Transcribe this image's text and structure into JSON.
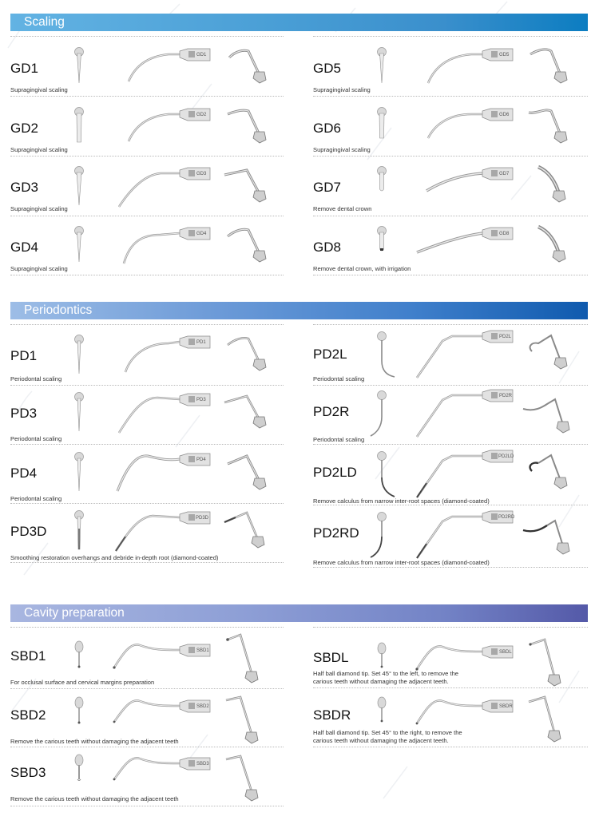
{
  "sections": [
    {
      "title": "Scaling",
      "color_start": "#63b3e3",
      "color_end": "#0c7dc1",
      "left": [
        {
          "code": "GD1",
          "tag": "GD1",
          "desc": "Supragingival scaling"
        },
        {
          "code": "GD2",
          "tag": "GD2",
          "desc": "Supragingival scaling"
        },
        {
          "code": "GD3",
          "tag": "GD3",
          "desc": "Supragingival scaling"
        },
        {
          "code": "GD4",
          "tag": "GD4",
          "desc": "Supragingival scaling"
        }
      ],
      "right": [
        {
          "code": "GD5",
          "tag": "GD5",
          "desc": "Supragingival scaling"
        },
        {
          "code": "GD6",
          "tag": "GD6",
          "desc": "Supragingival scaling"
        },
        {
          "code": "GD7",
          "tag": "GD7",
          "desc": "Remove dental crown"
        },
        {
          "code": "GD8",
          "tag": "GD8",
          "desc": "Remove dental crown, with irrigation"
        }
      ]
    },
    {
      "title": "Periodontics",
      "color_start": "#9dbde6",
      "color_end": "#0f5aae",
      "left": [
        {
          "code": "PD1",
          "tag": "PD1",
          "desc": "Periodontal scaling"
        },
        {
          "code": "PD3",
          "tag": "PD3",
          "desc": "Periodontal scaling"
        },
        {
          "code": "PD4",
          "tag": "PD4",
          "desc": "Periodontal scaling"
        },
        {
          "code": "PD3D",
          "tag": "PD3D",
          "desc": "Smoothing restoration overhangs and debride in-depth root (diamond-coated)"
        }
      ],
      "right": [
        {
          "code": "PD2L",
          "tag": "PD2L",
          "desc": "Periodontal scaling"
        },
        {
          "code": "PD2R",
          "tag": "PD2R",
          "desc": "Periodontal scaling"
        },
        {
          "code": "PD2LD",
          "tag": "PD2LD",
          "desc": "Remove calculus from narrow inter-root spaces (diamond-coated)"
        },
        {
          "code": "PD2RD",
          "tag": "PD2RD",
          "desc": "Remove calculus from narrow inter-root spaces (diamond-coated)"
        }
      ]
    },
    {
      "title": "Cavity preparation",
      "color_start": "#a8b6e0",
      "color_end": "#5459a8",
      "left": [
        {
          "code": "SBD1",
          "tag": "SBD1",
          "desc": "For occlusal surface and cervical margins preparation"
        },
        {
          "code": "SBD2",
          "tag": "SBD2",
          "desc": "Remove the carious teeth without damaging the adjacent teeth"
        },
        {
          "code": "SBD3",
          "tag": "SBD3",
          "desc": "Remove the carious teeth without damaging the adjacent teeth"
        }
      ],
      "right": [
        {
          "code": "SBDL",
          "tag": "SBDL",
          "desc_line1": "Half ball diamond tip. Set 45° to the left, to remove the",
          "desc_line2": "carious teeth without damaging the adjacent teeth."
        },
        {
          "code": "SBDR",
          "tag": "SBDR",
          "desc_line1": "Half ball diamond tip. Set 45° to the right, to remove the",
          "desc_line2": "carious teeth without damaging the adjacent teeth."
        }
      ]
    }
  ],
  "icons": {
    "tip_front": "scaler-tip-front-view-icon",
    "tip_side": "scaler-tip-side-view-icon",
    "tip_angle": "scaler-tip-angled-view-icon"
  }
}
